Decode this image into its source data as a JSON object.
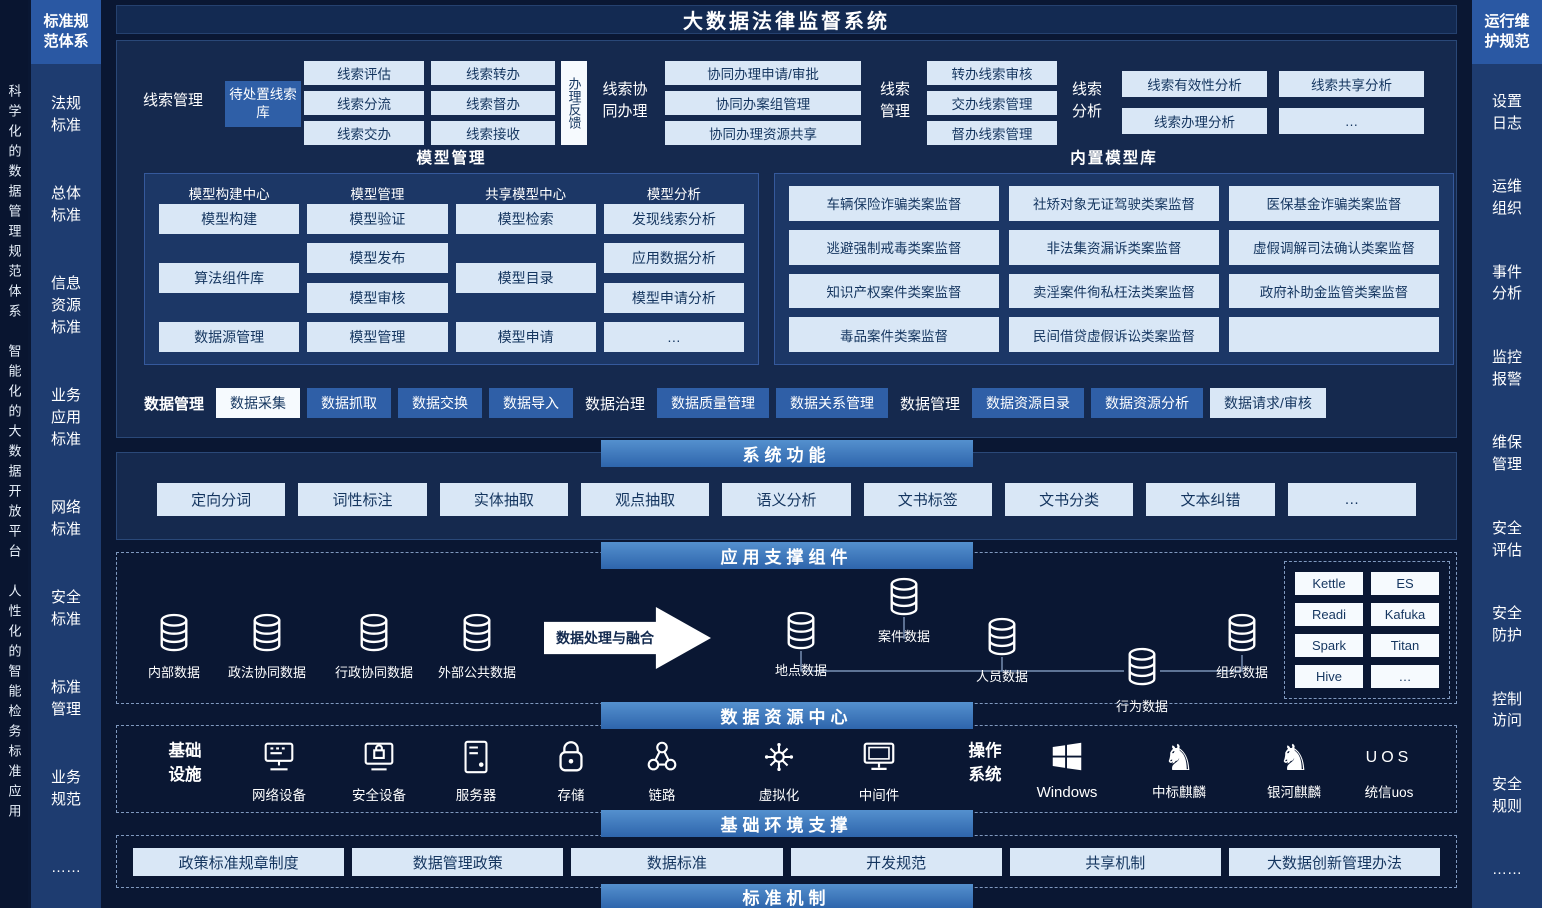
{
  "colors": {
    "accent": "#3f7fc1",
    "panel": "#15294e",
    "light_box": "#d9e7f6",
    "blue_box": "#2f5fa7",
    "header_gradient_top": "#5490ce",
    "header_gradient_bottom": "#2e65ac"
  },
  "title": "大数据法律监督系统",
  "left_strip": {
    "text": "科学化的数据管理规范体系　智能化的大数据开放平台　人性化的智能检务标准应用"
  },
  "left_sidebar": {
    "title": "标准规范体系",
    "items": [
      "法规标准",
      "总体标准",
      "信息资源标准",
      "业务应用标准",
      "网络标准",
      "安全标准",
      "标准管理",
      "业务规范",
      "……"
    ]
  },
  "right_sidebar": {
    "title": "运行维护规范",
    "items": [
      "设置日志",
      "运维组织",
      "事件分析",
      "监控报警",
      "维保管理",
      "安全评估",
      "安全防护",
      "控制访问",
      "安全规则",
      "……"
    ]
  },
  "clue": {
    "label_manage": "线索管理",
    "pending": "待处置线索库",
    "col_a": [
      "线索评估",
      "线索分流",
      "线索交办"
    ],
    "col_b": [
      "线索转办",
      "线索督办",
      "线索接收"
    ],
    "feedback": "办理反馈",
    "label_collab": "线索协同办理",
    "col_c": [
      "协同办理申请/审批",
      "协同办案组管理",
      "协同办理资源共享"
    ],
    "label_manage2": "线索管理",
    "col_d": [
      "转办线索审核",
      "交办线索管理",
      "督办线索管理"
    ],
    "label_analysis": "线索分析",
    "grid": [
      "线索有效性分析",
      "线索共享分析",
      "线索办理分析",
      "…"
    ]
  },
  "model": {
    "title_left": "模型管理",
    "title_right": "内置模型库",
    "columns": [
      {
        "header": "模型构建中心",
        "items": [
          "模型构建",
          "算法组件库",
          "数据源管理"
        ]
      },
      {
        "header": "模型管理",
        "items": [
          "模型验证",
          "模型发布",
          "模型审核",
          "模型管理"
        ]
      },
      {
        "header": "共享模型中心",
        "items": [
          "模型检索",
          "模型目录",
          "模型申请"
        ]
      },
      {
        "header": "模型分析",
        "items": [
          "发现线索分析",
          "应用数据分析",
          "模型申请分析",
          "…"
        ]
      }
    ],
    "library": [
      "车辆保险诈骗类案监督",
      "社矫对象无证驾驶类案监督",
      "医保基金诈骗类案监督",
      "逃避强制戒毒类案监督",
      "非法集资漏诉类案监督",
      "虚假调解司法确认类案监督",
      "知识产权案件类案监督",
      "卖淫案件徇私枉法类案监督",
      "政府补助金监管类案监督",
      "毒品案件类案监督",
      "民间借贷虚假诉讼类案监督",
      ""
    ]
  },
  "data_mgmt": {
    "label": "数据管理",
    "collect": "数据采集",
    "blue1": [
      "数据抓取",
      "数据交换",
      "数据导入"
    ],
    "label_governance": "数据治理",
    "blue2": [
      "数据质量管理",
      "数据关系管理"
    ],
    "label_manage": "数据管理",
    "blue3": [
      "数据资源目录",
      "数据资源分析"
    ],
    "review": "数据请求/审核"
  },
  "sysfunc": {
    "title": "系统功能",
    "items": [
      "定向分词",
      "词性标注",
      "实体抽取",
      "观点抽取",
      "语义分析",
      "文书标签",
      "文书分类",
      "文本纠错",
      "…"
    ]
  },
  "support": {
    "title": "应用支撑组件",
    "sources": [
      "内部数据",
      "政法协同数据",
      "行政协同数据",
      "外部公共数据"
    ],
    "arrow": "数据处理与融合",
    "cluster": [
      "地点数据",
      "案件数据",
      "人员数据",
      "行为数据",
      "组织数据"
    ],
    "tools": [
      "Kettle",
      "ES",
      "Readi",
      "Kafuka",
      "Spark",
      "Titan",
      "Hive",
      "…"
    ]
  },
  "resource_center": {
    "title": "数据资源中心"
  },
  "infra": {
    "label_base": "基础设施",
    "devices": [
      "网络设备",
      "安全设备",
      "服务器",
      "存储",
      "链路",
      "虚拟化",
      "中间件"
    ],
    "label_os": "操作系统",
    "os": [
      "Windows",
      "中标麒麟",
      "银河麒麟"
    ],
    "uos_title": "UOS",
    "uos_label": "统信uos"
  },
  "env_support": {
    "title": "基础环境支撑"
  },
  "policy": {
    "items": [
      "政策标准规章制度",
      "数据管理政策",
      "数据标准",
      "开发规范",
      "共享机制",
      "大数据创新管理办法"
    ]
  },
  "mechanism": {
    "title": "标准机制"
  }
}
